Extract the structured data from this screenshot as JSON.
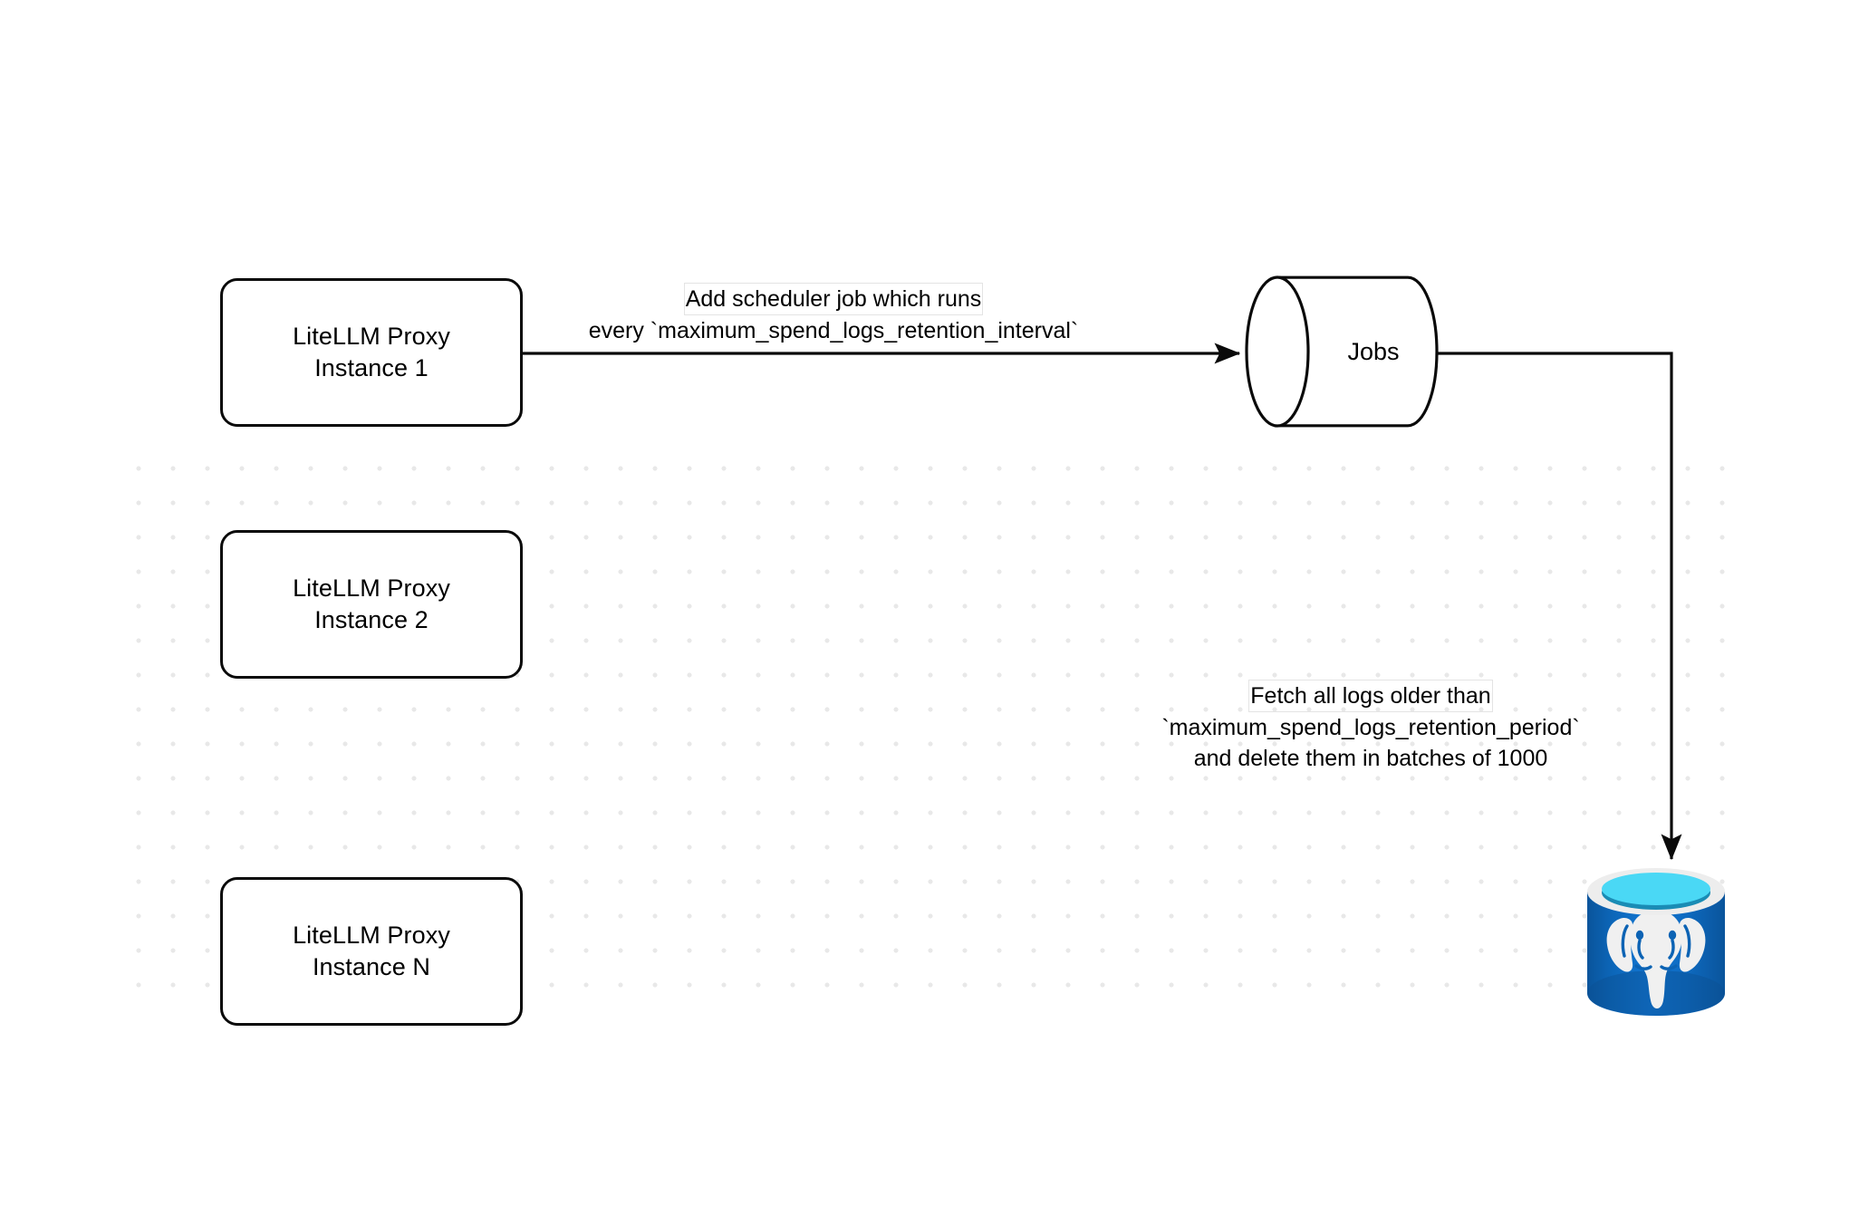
{
  "diagram": {
    "title": "LiteLLM spend-log retention scheduler flow",
    "background_color": "#ffffff",
    "grid_dot_color": "#e8e8e8",
    "stroke_color": "#0a0a0a"
  },
  "proxy_instances": [
    {
      "line1": "LiteLLM Proxy",
      "line2": "Instance 1"
    },
    {
      "line1": "LiteLLM Proxy",
      "line2": "Instance 2"
    },
    {
      "line1": "LiteLLM Proxy",
      "line2": "Instance N"
    }
  ],
  "jobs_node": {
    "label": "Jobs",
    "shape": "cylinder",
    "fill": "#ffffff",
    "stroke": "#0a0a0a"
  },
  "database_node": {
    "name": "postgresql-database",
    "logo": "postgresql-elephant-icon",
    "body_color": "#0b5ba8",
    "body_highlight": "#1277d4",
    "rim_outer_color": "#ededed",
    "rim_fill_color": "#4ad8f5",
    "rim_shadow_color": "#1a8cb5",
    "logo_color": "#f0f0f0"
  },
  "edges": [
    {
      "name": "proxy-to-jobs",
      "from": "LiteLLM Proxy Instance 1",
      "to": "Jobs",
      "label_lines": [
        "Add scheduler job which runs",
        "every `maximum_spend_logs_retention_interval`"
      ]
    },
    {
      "name": "jobs-to-database",
      "from": "Jobs",
      "to": "postgresql-database",
      "label_lines": [
        "Fetch all logs older than",
        "`maximum_spend_logs_retention_period`",
        "and delete them in batches of 1000"
      ]
    }
  ]
}
